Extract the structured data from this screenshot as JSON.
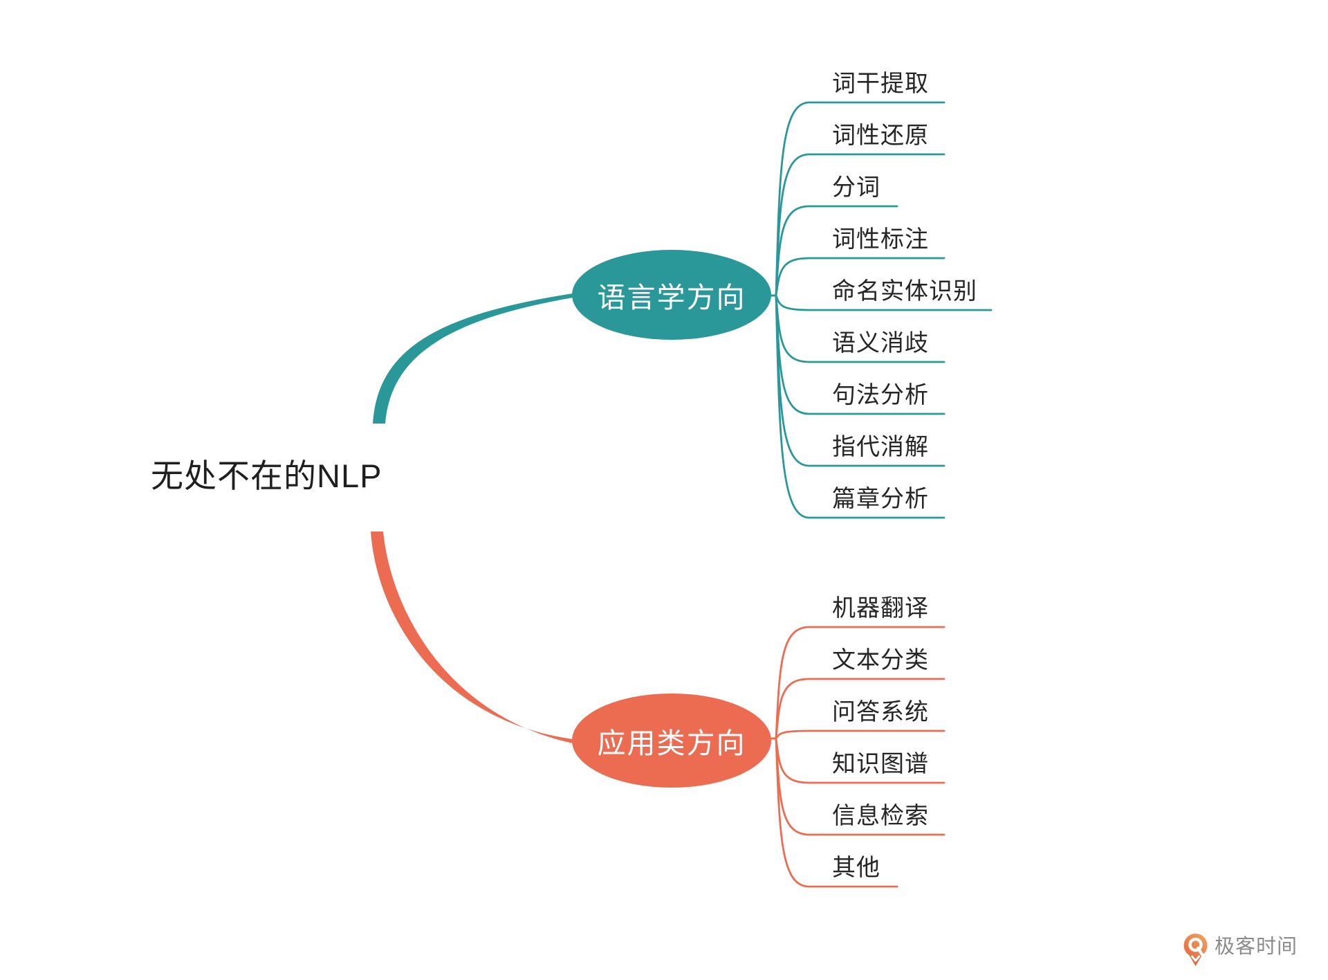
{
  "title": "无处不在的NLP",
  "root": {
    "label": "无处不在的NLP",
    "text_color": "#1f1f1f"
  },
  "branches": [
    {
      "label": "语言学方向",
      "color": "#2A9799",
      "children": [
        "词干提取",
        "词性还原",
        "分词",
        "词性标注",
        "命名实体识别",
        "语义消歧",
        "句法分析",
        "指代消解",
        "篇章分析"
      ]
    },
    {
      "label": "应用类方向",
      "color": "#EC6C52",
      "children": [
        "机器翻译",
        "文本分类",
        "问答系统",
        "知识图谱",
        "信息检索",
        "其他"
      ]
    }
  ],
  "watermark": {
    "label": "极客时间",
    "icon": "geektime-logo",
    "icon_color_top": "#F2A360",
    "icon_color_bottom": "#E4693F",
    "text_color": "#8B8B8B"
  },
  "background": "#FFFFFF",
  "child_text_color": "#262626"
}
